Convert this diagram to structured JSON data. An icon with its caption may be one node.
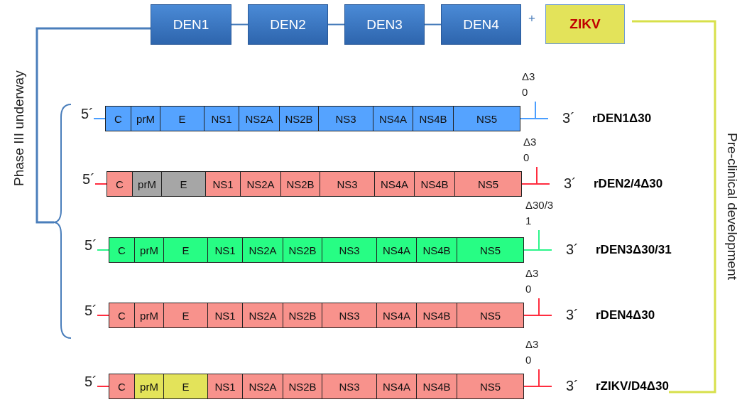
{
  "diagram": {
    "nodes": [
      {
        "text": [
          "DEN1"
        ]
      },
      {
        "text": [
          "DEN2"
        ]
      },
      {
        "text": [
          "DEN3"
        ]
      },
      {
        "text": [
          "DEN4"
        ]
      },
      {
        "text": [
          "ZIKV"
        ]
      },
      {
        "text": [
          "Phase III underway"
        ]
      },
      {
        "text": [
          "Pre-clinical development"
        ]
      },
      {
        "text": [
          "C"
        ],
        "beside": [
          "5´"
        ]
      },
      {
        "text": [
          "prM"
        ]
      },
      {
        "text": [
          "E"
        ]
      },
      {
        "text": [
          "NS1"
        ]
      },
      {
        "text": [
          "NS2A"
        ]
      },
      {
        "text": [
          "NS2B"
        ]
      },
      {
        "text": [
          "NS3"
        ]
      },
      {
        "text": [
          "NS4A"
        ]
      },
      {
        "text": [
          "NS4B"
        ]
      },
      {
        "text": [
          "NS5"
        ]
      },
      {
        "text": [
          "rDEN1Δ30"
        ]
      },
      {
        "text": [
          "C"
        ],
        "beside": [
          "5´"
        ]
      },
      {
        "text": [
          "prM"
        ]
      },
      {
        "text": [
          "E"
        ]
      },
      {
        "text": [
          "NS1"
        ]
      },
      {
        "text": [
          "NS2A"
        ]
      },
      {
        "text": [
          "NS2B"
        ]
      },
      {
        "text": [
          "NS3"
        ]
      },
      {
        "text": [
          "NS4A"
        ]
      },
      {
        "text": [
          "NS4B"
        ]
      },
      {
        "text": [
          "NS5"
        ]
      },
      {
        "text": [
          "rDEN2/4Δ30"
        ]
      },
      {
        "text": [
          "C"
        ],
        "beside": [
          "5´"
        ]
      },
      {
        "text": [
          "prM"
        ]
      },
      {
        "text": [
          "E"
        ]
      },
      {
        "text": [
          "NS1"
        ]
      },
      {
        "text": [
          "NS2A"
        ]
      },
      {
        "text": [
          "NS2B"
        ]
      },
      {
        "text": [
          "NS3"
        ]
      },
      {
        "text": [
          "NS4A"
        ]
      },
      {
        "text": [
          "NS4B"
        ]
      },
      {
        "text": [
          "NS5"
        ]
      },
      {
        "text": [
          "rDEN3Δ30/31"
        ]
      },
      {
        "text": [
          "C"
        ],
        "beside": [
          "5´"
        ]
      },
      {
        "text": [
          "prM"
        ]
      },
      {
        "text": [
          "E"
        ]
      },
      {
        "text": [
          "NS1"
        ]
      },
      {
        "text": [
          "NS2A"
        ]
      },
      {
        "text": [
          "NS2B"
        ]
      },
      {
        "text": [
          "NS3"
        ]
      },
      {
        "text": [
          "NS4A"
        ]
      },
      {
        "text": [
          "NS4B"
        ]
      },
      {
        "text": [
          "NS5"
        ]
      },
      {
        "text": [
          "rDEN4Δ30"
        ]
      },
      {
        "text": [
          "C"
        ],
        "beside": [
          "5´"
        ]
      },
      {
        "text": [
          "prM"
        ]
      },
      {
        "text": [
          "E"
        ]
      },
      {
        "text": [
          "NS1"
        ]
      },
      {
        "text": [
          "NS2A"
        ]
      },
      {
        "text": [
          "NS2B"
        ]
      },
      {
        "text": [
          "NS3"
        ]
      },
      {
        "text": [
          "NS4A"
        ]
      },
      {
        "text": [
          "NS4B"
        ]
      },
      {
        "text": [
          "NS5"
        ]
      },
      {
        "text": [
          "rZIKV/D4Δ30"
        ]
      }
    ],
    "edges": [
      {
        "from": 0,
        "to": 1,
        "arrow": "none"
      },
      {
        "from": 1,
        "to": 2,
        "arrow": "none"
      },
      {
        "from": 2,
        "to": 3,
        "arrow": "none"
      },
      {
        "from": 0,
        "to": 5,
        "arrow": "none",
        "color": "#4a7ebb"
      },
      {
        "from": 4,
        "to": 61,
        "arrow": "none",
        "color": "#d7e04a"
      }
    ],
    "labels": [
      "+",
      "Δ3 0",
      "3´",
      "Δ3 0",
      "3´",
      "Δ30/3 1",
      "3´",
      "Δ3 0",
      "3´",
      "Δ3 0",
      "3´"
    ]
  }
}
